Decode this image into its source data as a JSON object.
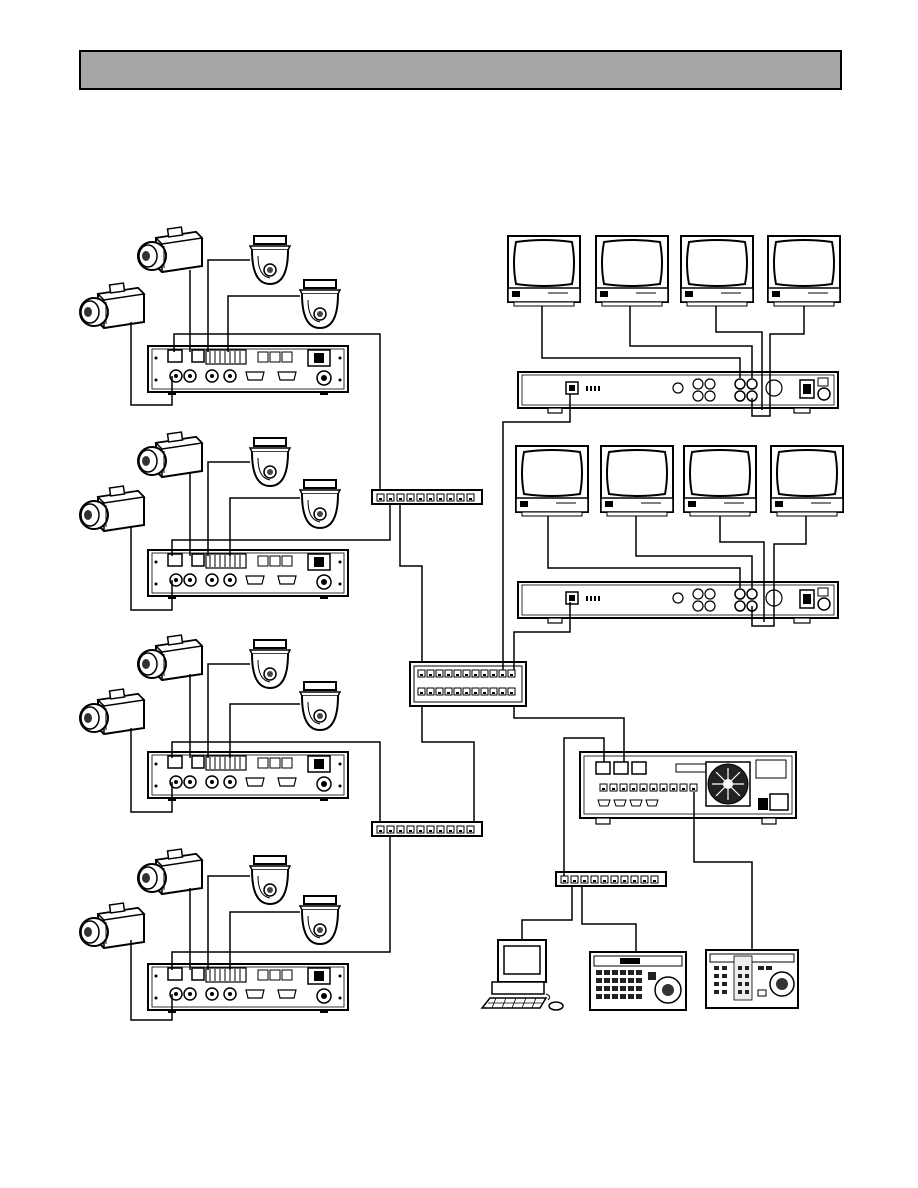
{
  "header": {
    "title": ""
  },
  "colors": {
    "header_fill": "#a6a6a6",
    "line": "#000000",
    "device_fill": "#ffffff",
    "dark": "#1a1a1a"
  },
  "groups": [
    {
      "name": "encoder-group-1"
    },
    {
      "name": "encoder-group-2"
    },
    {
      "name": "encoder-group-3"
    },
    {
      "name": "encoder-group-4"
    }
  ],
  "decoders": [
    {
      "name": "decoder-1",
      "monitors": 4
    },
    {
      "name": "decoder-2",
      "monitors": 4
    }
  ],
  "switches": [
    {
      "name": "hub-upper",
      "ports": 10
    },
    {
      "name": "hub-lower",
      "ports": 10
    },
    {
      "name": "hub-main",
      "ports": 24
    },
    {
      "name": "hub-controller",
      "ports": 10
    }
  ],
  "controller_devices": [
    "pc-icon",
    "system-controller-icon",
    "keyboard-controller-icon"
  ]
}
